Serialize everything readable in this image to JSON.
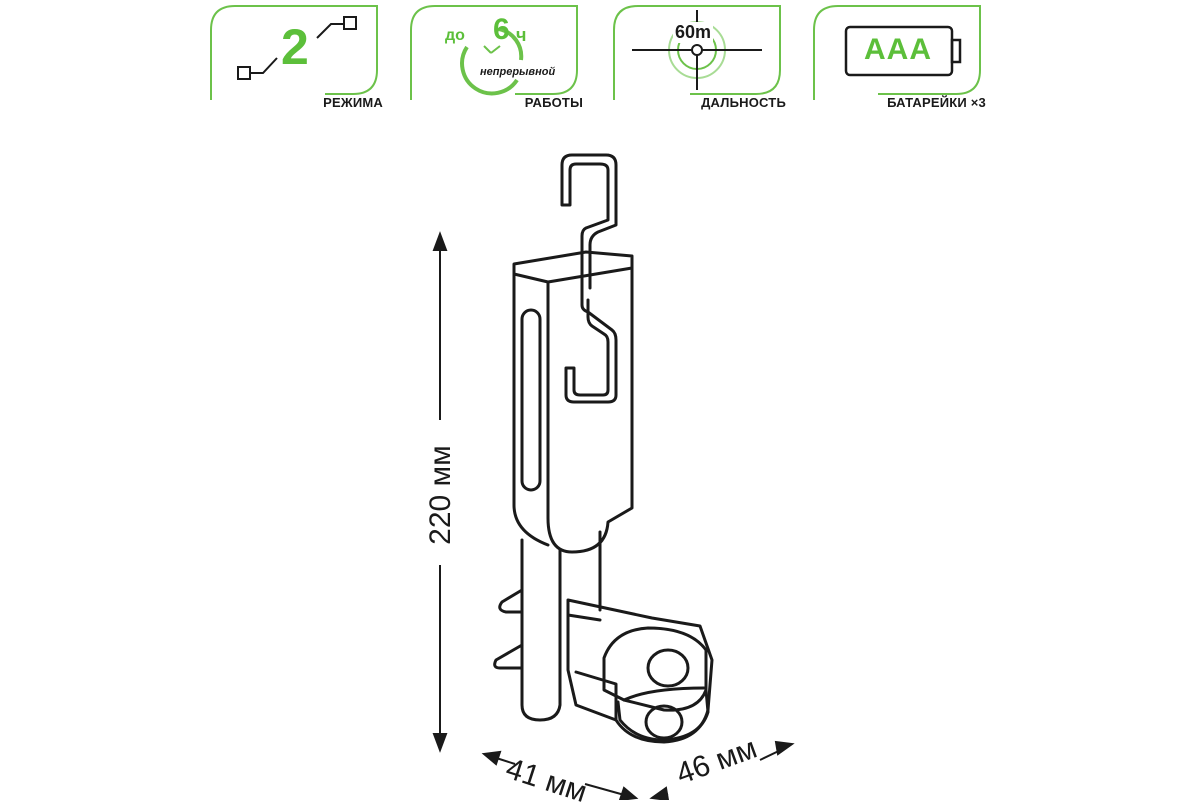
{
  "features": [
    {
      "id": "modes",
      "value": "2",
      "caption": "РЕЖИМА",
      "icon": "mode-switch-icon"
    },
    {
      "id": "runtime",
      "prefix": "до",
      "value": "6",
      "unit": "ч",
      "subtitle": "непрерывной",
      "caption": "РАБОТЫ",
      "icon": "clock-icon"
    },
    {
      "id": "range",
      "value": "60m",
      "caption": "ДАЛЬНОСТЬ",
      "icon": "crosshair-icon"
    },
    {
      "id": "battery",
      "value": "AAA",
      "caption": "БАТАРЕЙКИ ×3",
      "icon": "battery-icon"
    }
  ],
  "dimensions": {
    "height": "220 мм",
    "width": "41 мм",
    "depth": "46 мм"
  },
  "colors": {
    "accent": "#5cbf3a",
    "outline": "#1a1a1a",
    "frame": "#6cc24a"
  }
}
